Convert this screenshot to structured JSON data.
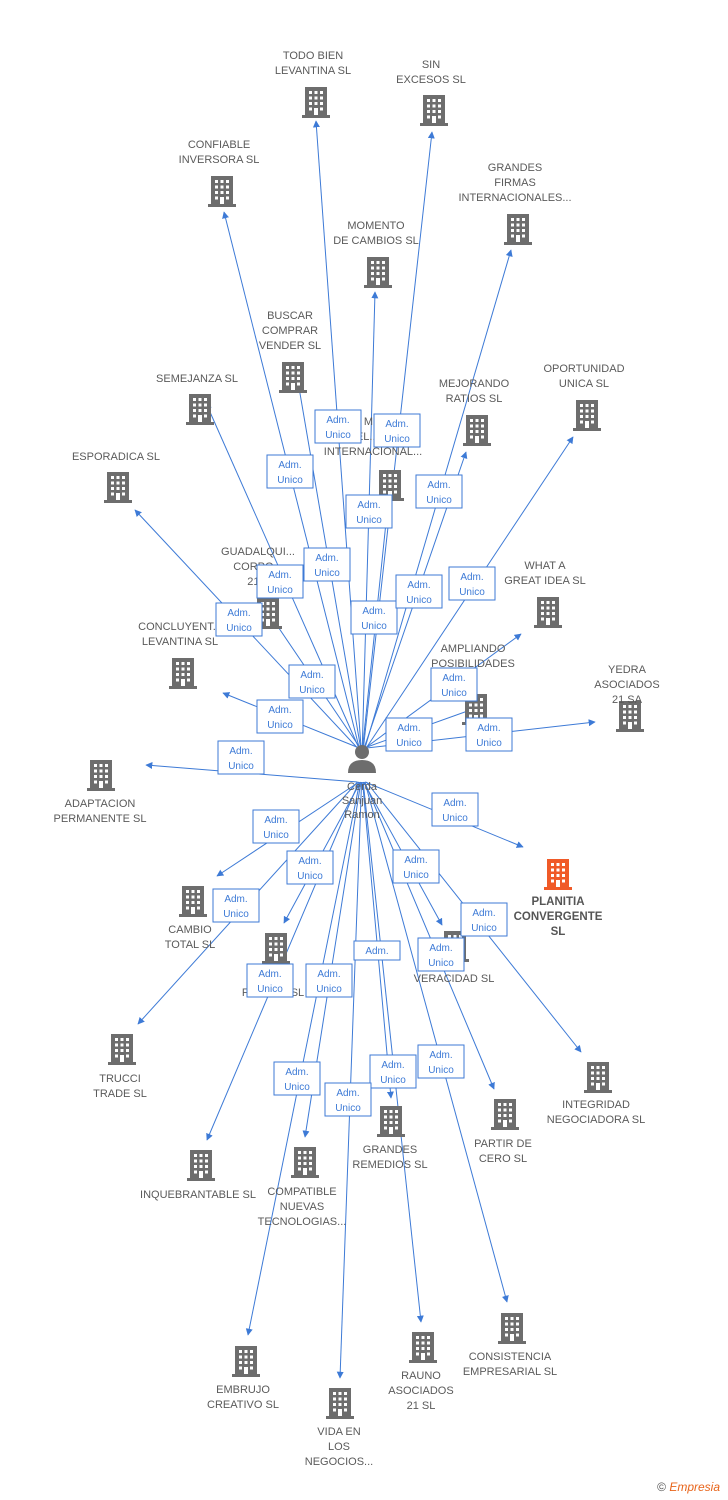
{
  "colors": {
    "edge": "#3d7ad6",
    "building": "#6d6d6d",
    "building_highlight": "#f05a28",
    "person": "#6d6d6d"
  },
  "center": {
    "lines": [
      "Cerda",
      "Sanjuan",
      "Ramon"
    ],
    "icon": "person-icon"
  },
  "companies": [
    {
      "lines": [
        "TODO BIEN",
        "LEVANTINA SL"
      ]
    },
    {
      "lines": [
        "SIN",
        "EXCESOS SL"
      ]
    },
    {
      "lines": [
        "CONFIABLE",
        "INVERSORA SL"
      ]
    },
    {
      "lines": [
        "GRANDES",
        "FIRMAS",
        "INTERNACIONALES..."
      ]
    },
    {
      "lines": [
        "MOMENTO",
        "DE CAMBIOS SL"
      ]
    },
    {
      "lines": [
        "BUSCAR",
        "COMPRAR",
        "VENDER SL"
      ]
    },
    {
      "lines": [
        "SEMEJANZA SL"
      ]
    },
    {
      "lines": [
        "MEJORANDO",
        "RATIOS SL"
      ]
    },
    {
      "lines": [
        "OPORTUNIDAD",
        "UNICA SL"
      ]
    },
    {
      "lines": [
        "M...",
        "REL... ON",
        "INTERNACIONAL..."
      ]
    },
    {
      "lines": [
        "ESPORADICA SL"
      ]
    },
    {
      "lines": [
        "GUADALQUI...",
        "CORPO...",
        "21..."
      ]
    },
    {
      "lines": [
        "WHAT A",
        "GREAT IDEA SL"
      ]
    },
    {
      "lines": [
        "CONCLUYENT...",
        "LEVANTINA SL"
      ]
    },
    {
      "lines": [
        "AMPLIANDO",
        "POSIBILIDADES",
        "..."
      ]
    },
    {
      "lines": [
        "YEDRA",
        "ASOCIADOS",
        "21 SA"
      ]
    },
    {
      "lines": [
        "ADAPTACION",
        "PERMANENTE SL"
      ]
    },
    {
      "lines": [
        "PLANITIA",
        "CONVERGENTE",
        "SL"
      ],
      "highlight": true
    },
    {
      "lines": [
        "CAMBIO",
        "TOTAL SL"
      ]
    },
    {
      "lines": [
        "M...",
        "FINALES SL"
      ]
    },
    {
      "lines": [
        "VERACIDAD SL"
      ]
    },
    {
      "lines": [
        "TRUCCI",
        "TRADE SL"
      ]
    },
    {
      "lines": [
        "INTEGRIDAD",
        "NEGOCIADORA SL"
      ]
    },
    {
      "lines": [
        "GRANDES",
        "REMEDIOS SL"
      ]
    },
    {
      "lines": [
        "PARTIR DE",
        "CERO SL"
      ]
    },
    {
      "lines": [
        "INQUEBRANTABLE SL"
      ]
    },
    {
      "lines": [
        "COMPATIBLE",
        "NUEVAS",
        "TECNOLOGIAS..."
      ]
    },
    {
      "lines": [
        "CONSISTENCIA",
        "EMPRESARIAL SL"
      ]
    },
    {
      "lines": [
        "EMBRUJO",
        "CREATIVO SL"
      ]
    },
    {
      "lines": [
        "RAUNO",
        "ASOCIADOS",
        "21 SL"
      ]
    },
    {
      "lines": [
        "VIDA EN",
        "LOS",
        "NEGOCIOS..."
      ]
    }
  ],
  "role_label": [
    "Adm.",
    "Unico"
  ],
  "role_label_partial": [
    "Adm."
  ],
  "footer": {
    "copyright": "©",
    "brand": "Empresia"
  }
}
